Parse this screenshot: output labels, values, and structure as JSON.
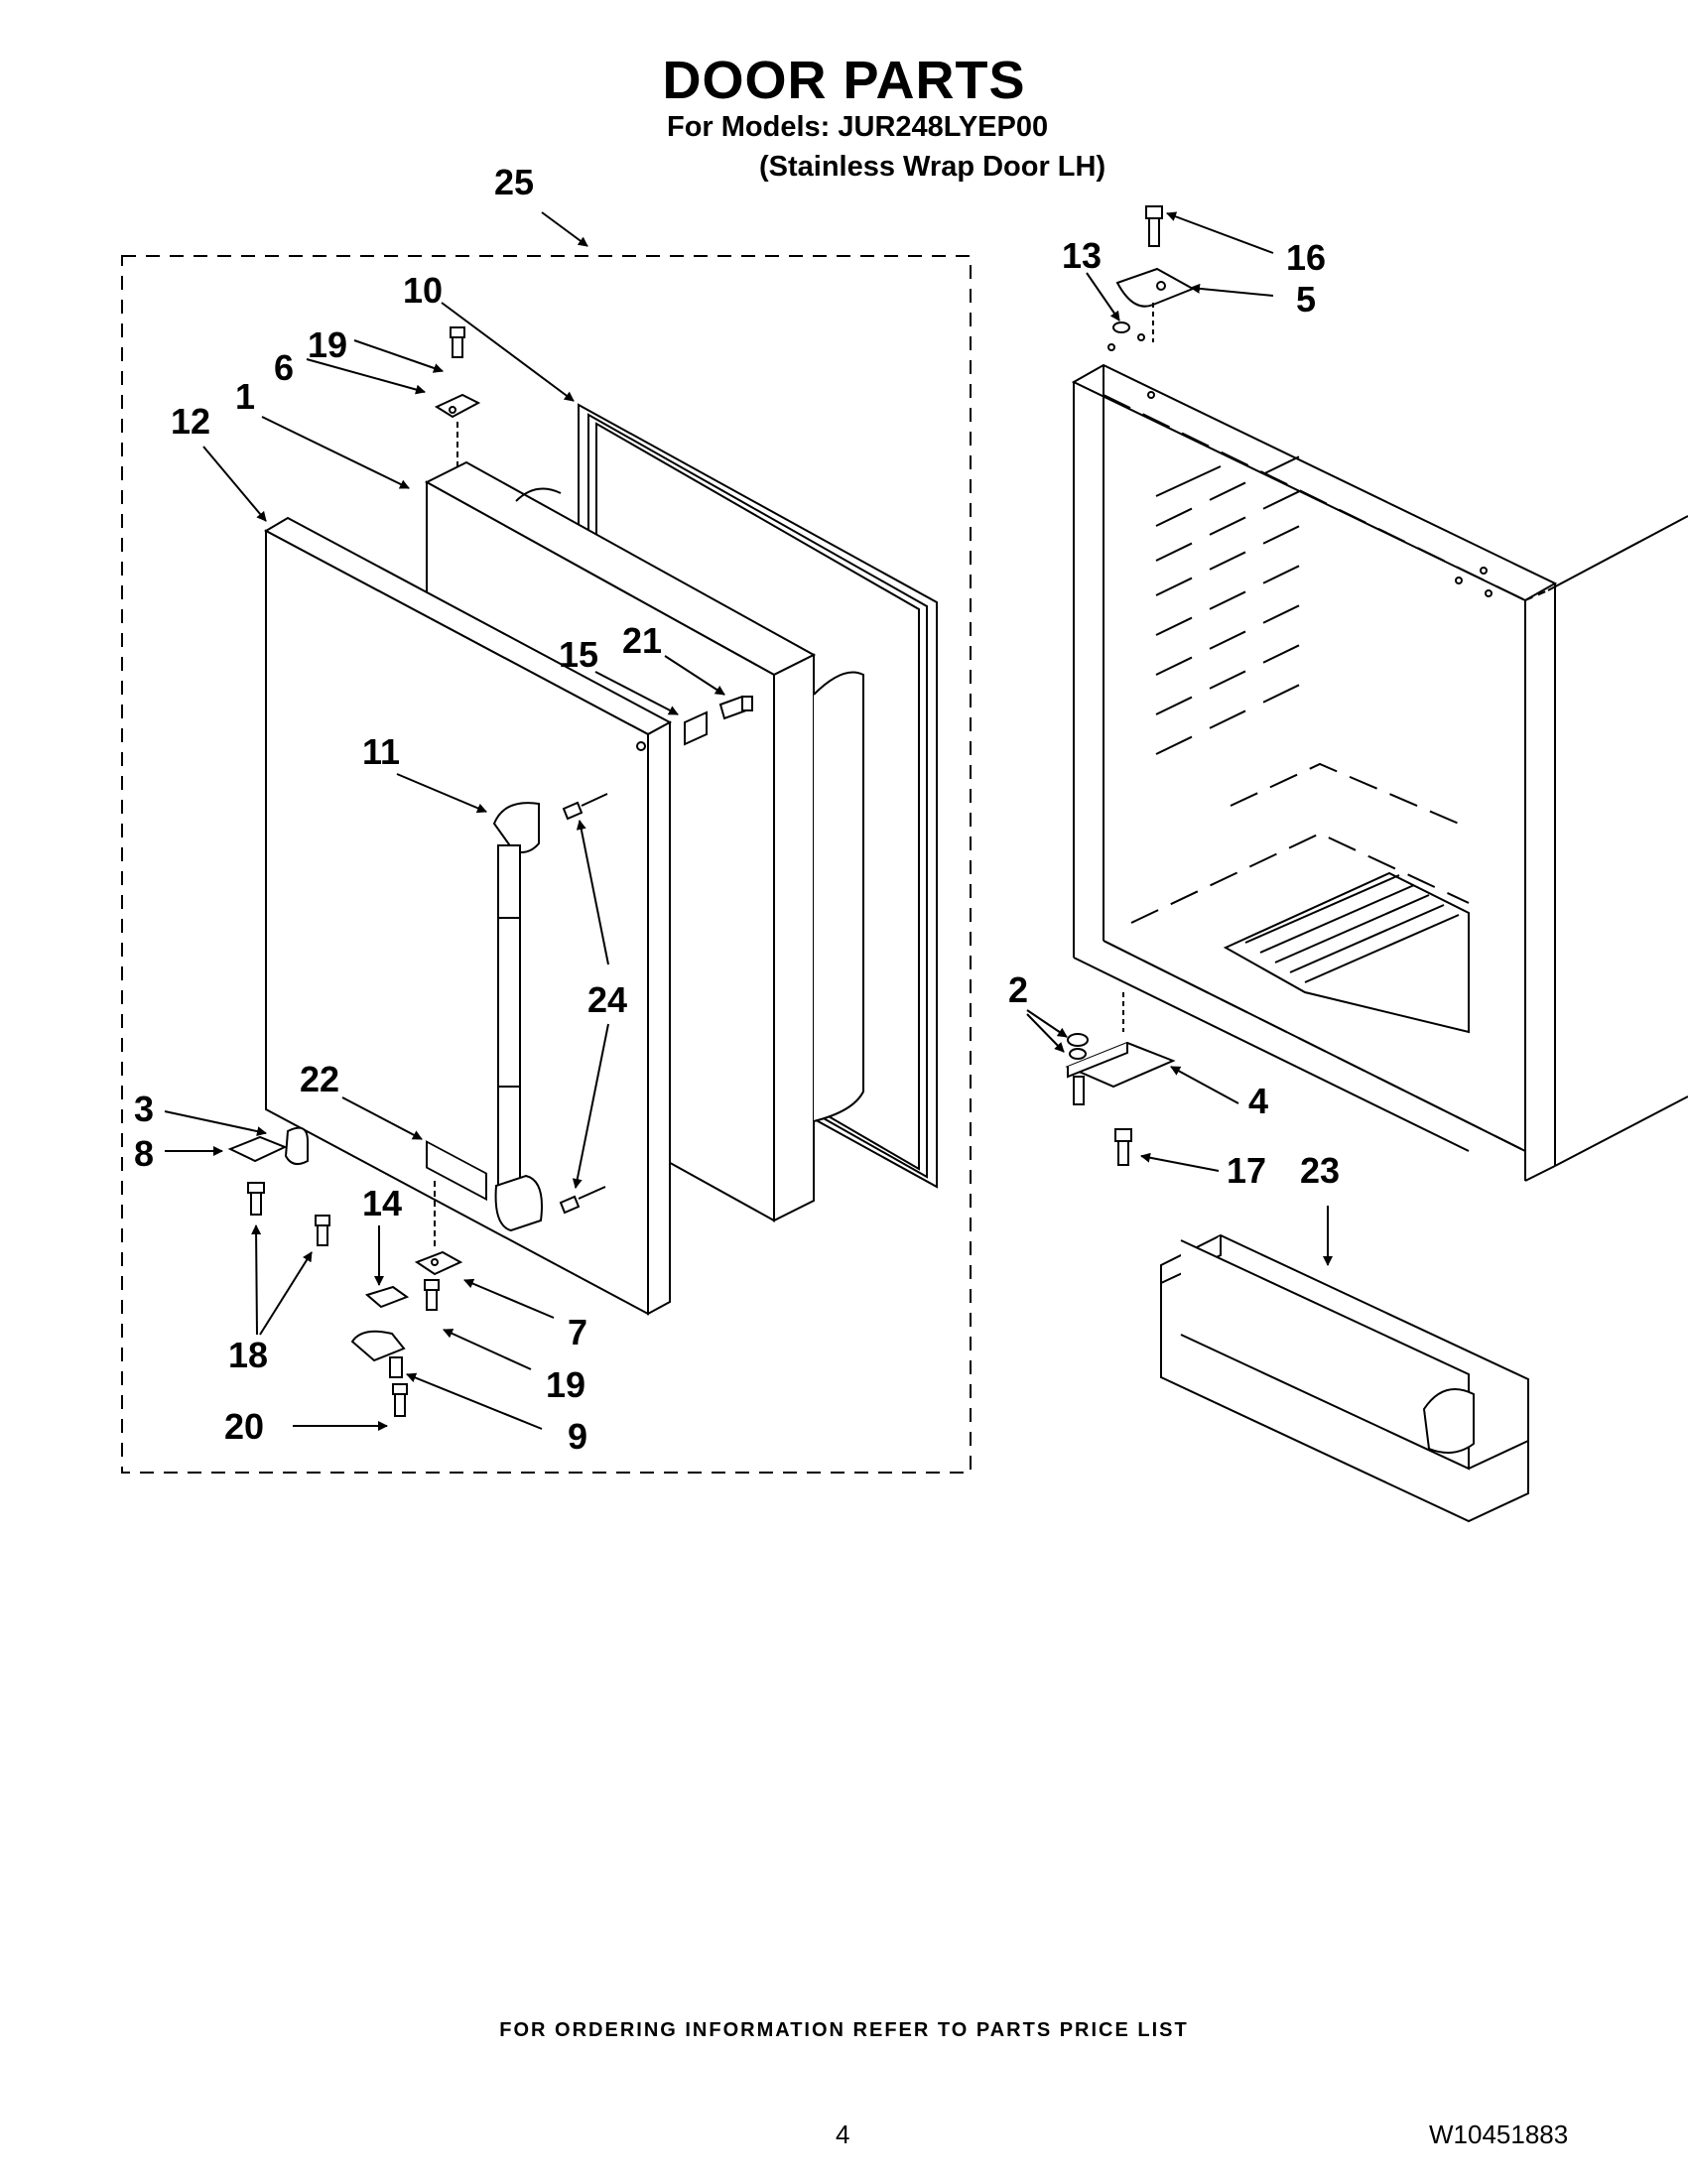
{
  "header": {
    "title": "DOOR PARTS",
    "models_line": "For Models: JUR248LYEP00",
    "variant_line": "(Stainless Wrap Door LH)"
  },
  "callouts": {
    "c25": "25",
    "c10": "10",
    "c19a": "19",
    "c6": "6",
    "c1": "1",
    "c12": "12",
    "c15": "15",
    "c21": "21",
    "c11": "11",
    "c24": "24",
    "c22": "22",
    "c3": "3",
    "c8": "8",
    "c14": "14",
    "c7": "7",
    "c18": "18",
    "c19b": "19",
    "c20": "20",
    "c9": "9",
    "c13": "13",
    "c16": "16",
    "c5": "5",
    "c2": "2",
    "c4": "4",
    "c17": "17",
    "c23": "23"
  },
  "footer": {
    "ordering_note": "FOR ORDERING INFORMATION REFER TO PARTS PRICE LIST",
    "page_number": "4",
    "document_number": "W10451883"
  }
}
